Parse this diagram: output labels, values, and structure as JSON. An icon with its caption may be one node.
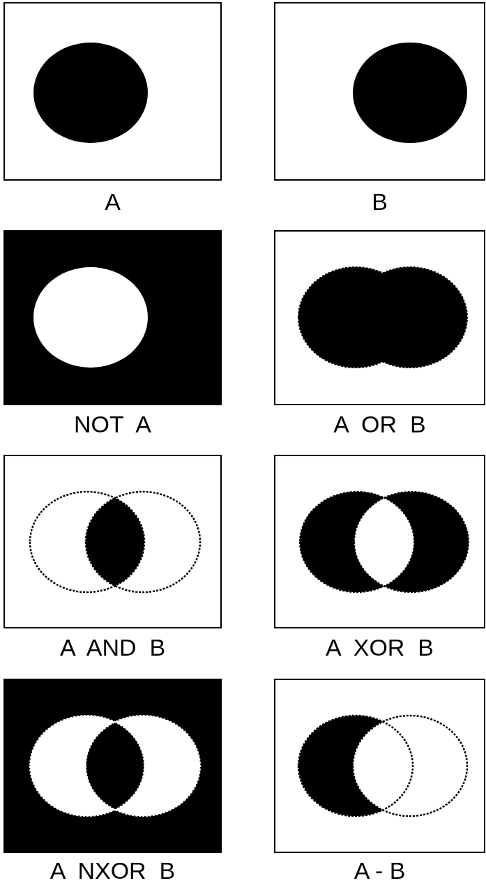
{
  "diagram": {
    "nodes": [
      {
        "text": [
          "A"
        ]
      },
      {
        "text": [
          "B"
        ]
      },
      {
        "text": [
          "NOT  A"
        ]
      },
      {
        "text": [
          "A  OR  B"
        ]
      },
      {
        "text": [
          "A  AND  B"
        ]
      },
      {
        "text": [
          "A  XOR  B"
        ]
      },
      {
        "text": [
          "A  NXOR  B"
        ]
      },
      {
        "text": [
          "A - B"
        ]
      }
    ]
  }
}
